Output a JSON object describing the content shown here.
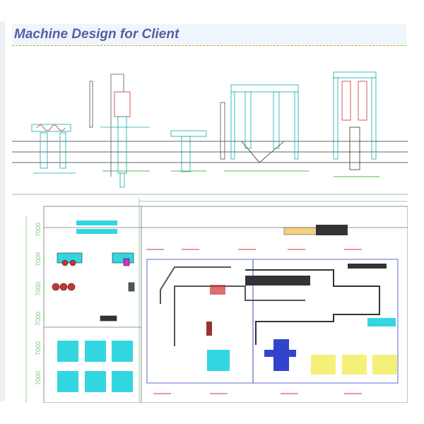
{
  "heading": {
    "title": "Machine Design for Client"
  },
  "drawing": {
    "dimension_labels": [
      "7000",
      "7000",
      "7000",
      "7000",
      "7000",
      "7000"
    ],
    "colors": {
      "accent": "#5a5da3",
      "divider": "#e0a020",
      "cad_cyan": "#33d6e0",
      "cad_green": "#55cc55",
      "cad_blue": "#3344cc",
      "cad_yellow": "#f5f07a",
      "cad_red": "#cc3333"
    }
  }
}
